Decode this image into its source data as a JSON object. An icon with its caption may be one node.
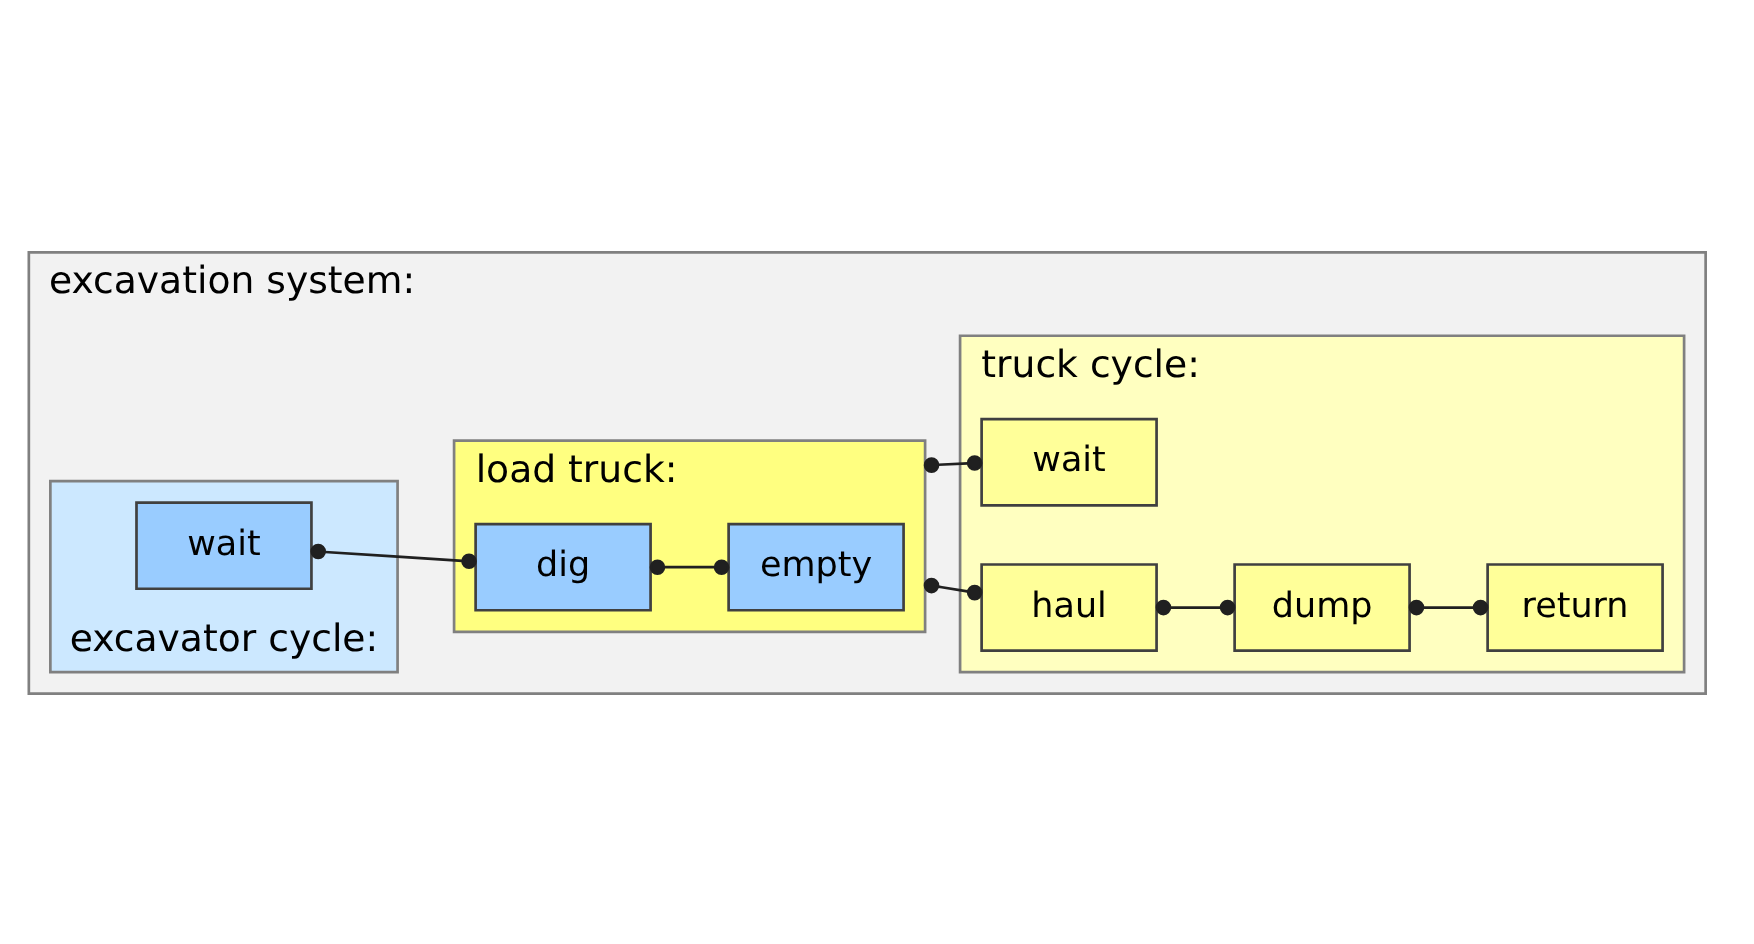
{
  "diagram": {
    "nodes": [
      {
        "text": [
          "excavation system:"
        ]
      },
      {
        "text": [
          "truck cycle:"
        ],
        "in": 0
      },
      {
        "text": [
          "wait"
        ],
        "in": 1
      },
      {
        "text": [
          "haul"
        ],
        "in": 1
      },
      {
        "text": [
          "dump"
        ],
        "in": 1
      },
      {
        "text": [
          "return"
        ],
        "in": 1
      },
      {
        "text": [
          "excavator cycle:"
        ],
        "in": 0
      },
      {
        "text": [
          "load truck:"
        ],
        "in": 0
      },
      {
        "text": [
          "dig"
        ],
        "in": 7
      },
      {
        "text": [
          "empty"
        ],
        "in": 7
      },
      {
        "text": [
          "wait"
        ],
        "in": 6
      }
    ],
    "edges": [
      {
        "from": 2,
        "to": 7,
        "arrow": "other"
      },
      {
        "from": 7,
        "to": 3,
        "arrow": "other"
      },
      {
        "from": 3,
        "to": 4,
        "arrow": "other"
      },
      {
        "from": 4,
        "to": 5,
        "arrow": "other"
      },
      {
        "from": 10,
        "to": 8,
        "arrow": "other"
      },
      {
        "from": 8,
        "to": 9,
        "arrow": "other"
      }
    ]
  }
}
